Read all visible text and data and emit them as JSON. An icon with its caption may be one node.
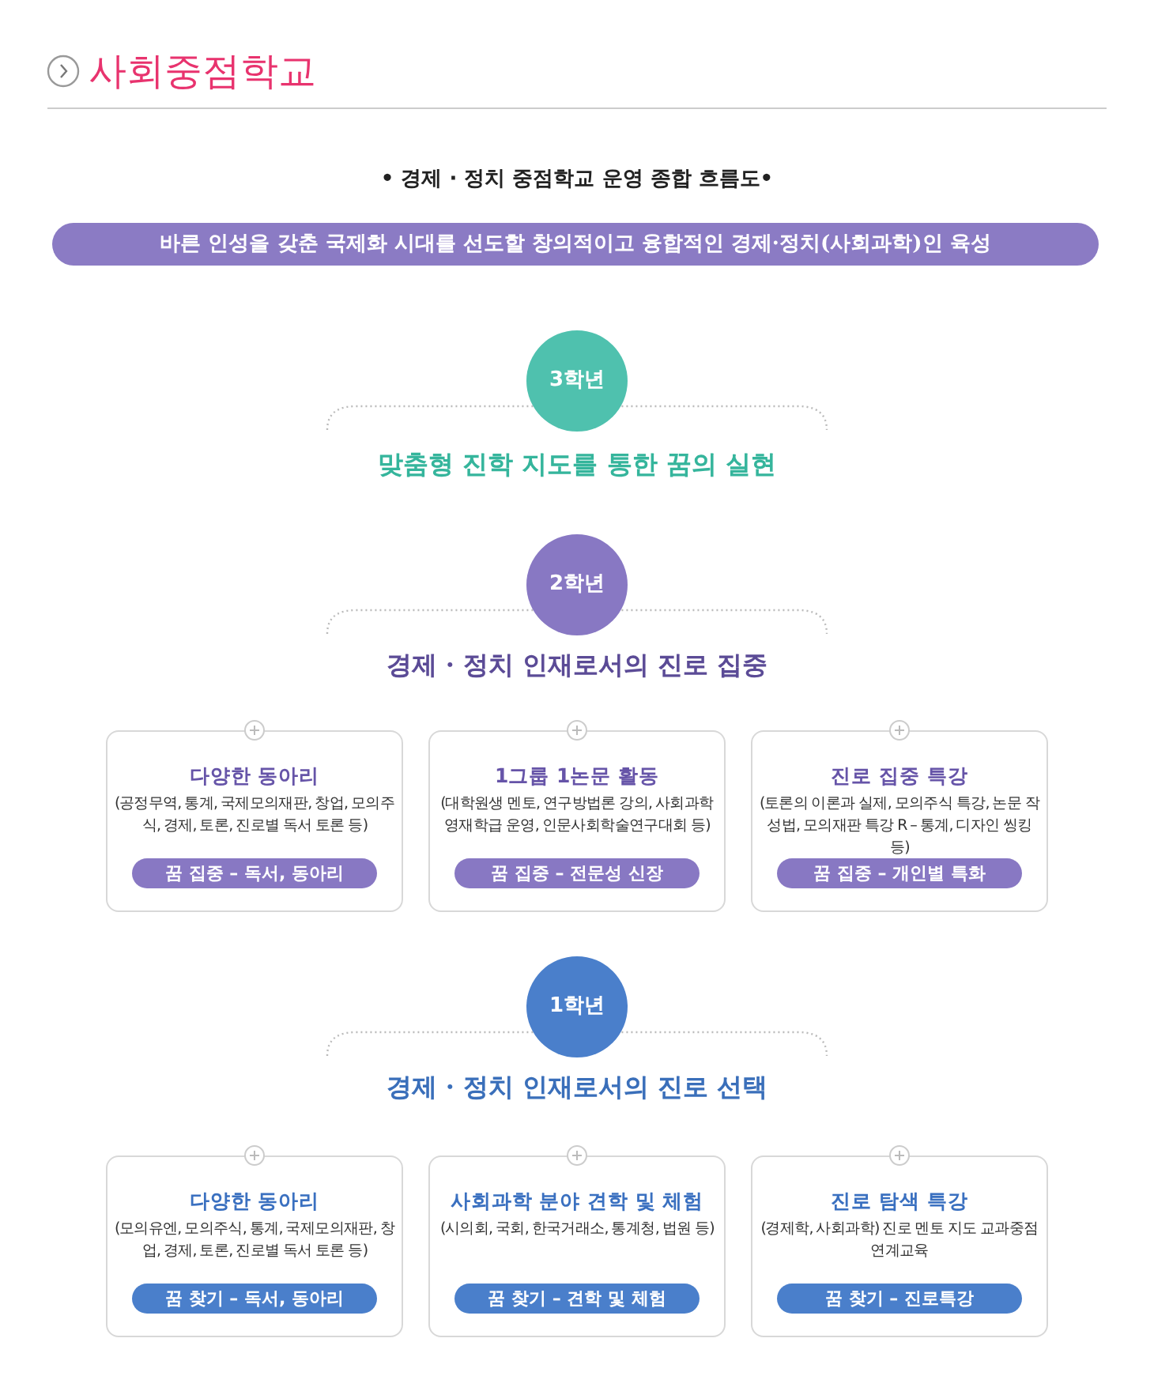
{
  "diagram": {
    "title": "사회중점학교",
    "labels": [
      "• 경제 · 정치 중점학교 운영 종합 흐름도•"
    ],
    "nodes": [
      {
        "text": [
          "바른 인성을 갖춘 국제화 시대를 선도할 창의적이고 융합적인 경제·정치(사회과학)인 육성"
        ]
      },
      {
        "text": [
          "3학년"
        ],
        "beside": [
          "맞춤형 진학 지도를 통한 꿈의 실현"
        ]
      },
      {
        "text": [
          "2학년"
        ],
        "beside": [
          "경제 · 정치 인재로서의 진로 집중"
        ]
      },
      {
        "text": [
          "다양한 동아리",
          "(공정무역, 통계, 국제모의재판, 창업, 모의주식, 경제, 토론, 진로별 독서 토론 등)"
        ]
      },
      {
        "text": [
          "꿈 집중 – 독서, 동아리"
        ],
        "in": 3
      },
      {
        "text": [
          "1그룹 1논문 활동",
          "(대학원생 멘토, 연구방법론 강의, 사회과학 영재학급 운영, 인문사회학술연구대회 등)"
        ]
      },
      {
        "text": [
          "꿈 집중 – 전문성 신장"
        ],
        "in": 5
      },
      {
        "text": [
          "진로 집중 특강",
          "(토론의 이론과 실제, 모의주식 특강, 논문 작성법, 모의재판 특강 R – 통계, 디자인 씽킹 등)"
        ]
      },
      {
        "text": [
          "꿈 집중 – 개인별 특화"
        ],
        "in": 7
      },
      {
        "text": [
          "1학년"
        ],
        "beside": [
          "경제 · 정치 인재로서의 진로 선택"
        ]
      },
      {
        "text": [
          "다양한 동아리",
          "(모의유엔, 모의주식, 통계, 국제모의재판, 창업, 경제, 토론, 진로별 독서 토론 등)"
        ]
      },
      {
        "text": [
          "꿈 찾기 – 독서, 동아리"
        ],
        "in": 10
      },
      {
        "text": [
          "사회과학 분야 견학 및 체험",
          "(시의회, 국회, 한국거래소, 통계청, 법원 등)"
        ]
      },
      {
        "text": [
          "꿈 찾기 – 견학 및 체험"
        ],
        "in": 12
      },
      {
        "text": [
          "진로 탐색 특강",
          "(경제학, 사회과학) 진로 멘토 지도 교과중점 연계교육"
        ]
      },
      {
        "text": [
          "꿈 찾기 – 진로특강"
        ],
        "in": 14
      }
    ]
  }
}
